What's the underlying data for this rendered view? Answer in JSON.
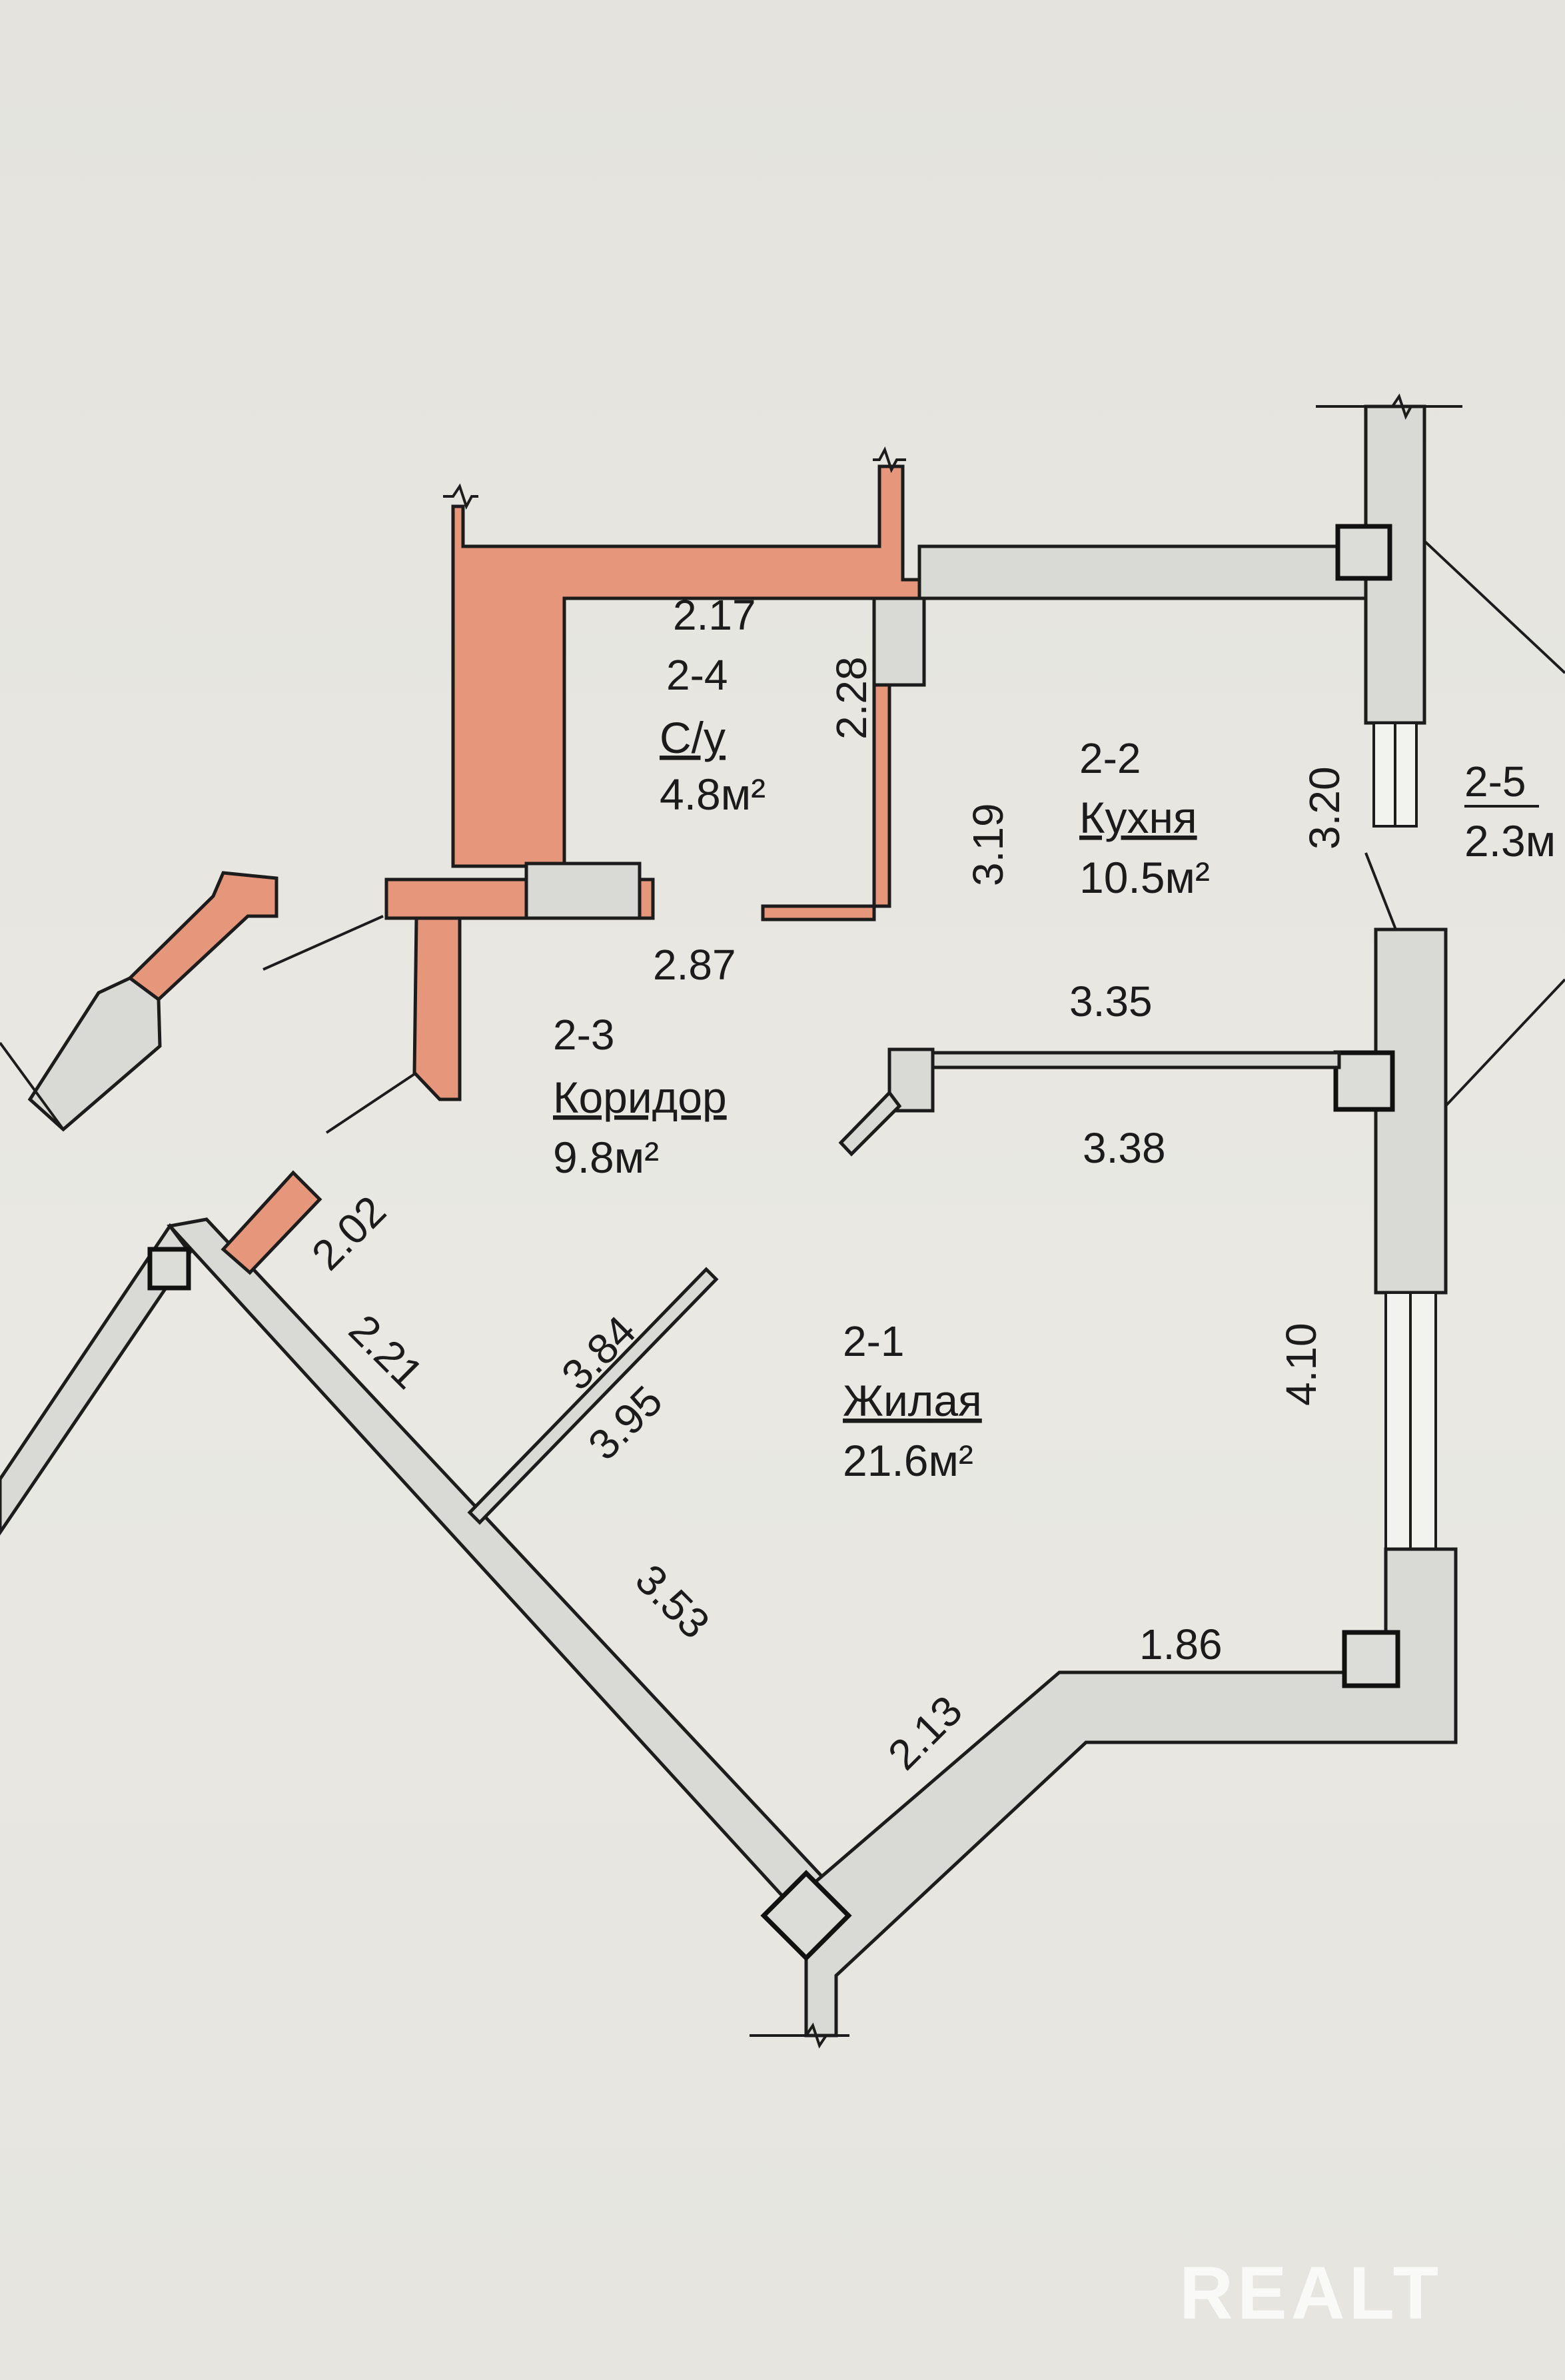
{
  "rooms": [
    {
      "id": "2-1",
      "name": "Жилая",
      "area": "21.6м²"
    },
    {
      "id": "2-2",
      "name": "Кухня",
      "area": "10.5м²"
    },
    {
      "id": "2-3",
      "name": "Коридор",
      "area": "9.8м²"
    },
    {
      "id": "2-4",
      "name": "С/у",
      "area": "4.8м²"
    },
    {
      "id": "2-5",
      "name": "",
      "area": "2.3м"
    }
  ],
  "dimensions": {
    "bath_top": "2.17",
    "bath_side": "2.28",
    "corridor_top": "2.87",
    "kitchen_side": "3.19",
    "kitchen_right": "3.20",
    "kitchen_partition": "3.35",
    "living_top": "3.38",
    "entrance": "2.02",
    "diag_a": "2.21",
    "diag_b": "3.84",
    "diag_c": "3.95",
    "living_right": "4.10",
    "diag_d": "3.53",
    "bay_diag": "2.13",
    "bay_top": "1.86"
  },
  "watermark": "REALT",
  "colors": {
    "brick": "#e6967a",
    "wall": "#d9d9d6",
    "background": "#e6e5df"
  }
}
